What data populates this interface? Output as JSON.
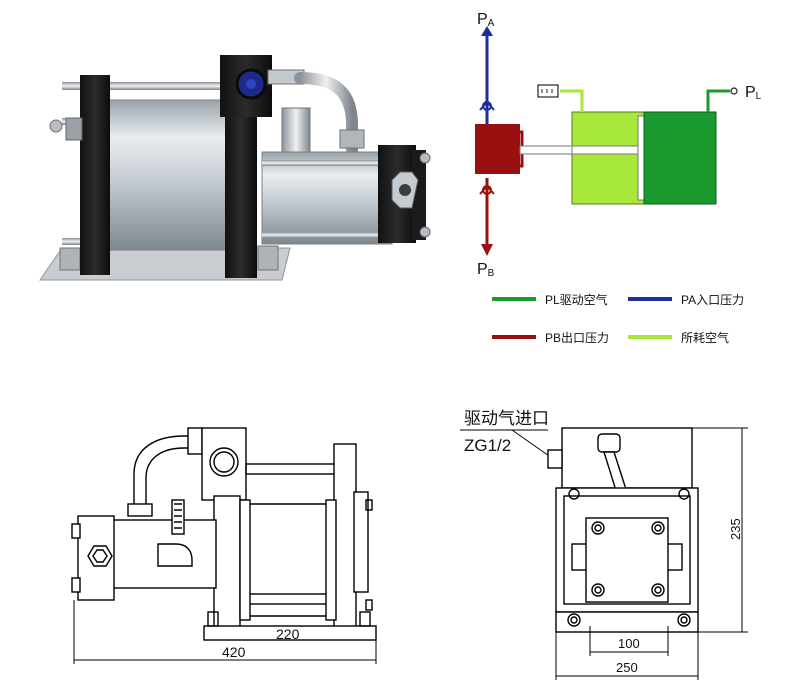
{
  "schematic": {
    "pa_label": "P",
    "pa_sub": "A",
    "pb_label": "P",
    "pb_sub": "B",
    "pl_label": "P",
    "pl_sub": "L"
  },
  "legend": {
    "items": [
      {
        "text": "PL驱动空气",
        "color": "#1a9a2e"
      },
      {
        "text": "PA入口压力",
        "color": "#1c2f9a"
      },
      {
        "text": "PB出口压力",
        "color": "#9a1010"
      },
      {
        "text": "所耗空气",
        "color": "#a8e83a"
      }
    ]
  },
  "side_drawing": {
    "dim_220": "220",
    "dim_420": "420"
  },
  "end_drawing": {
    "inlet_label": "驱动气进口",
    "inlet_thread": "ZG1/2",
    "dim_235": "235",
    "dim_100": "100",
    "dim_250": "250"
  },
  "colors": {
    "drive_air": "#1a9a2e",
    "inlet_pressure": "#1c2f9a",
    "outlet_pressure": "#9a1010",
    "consumed_air": "#a8e83a"
  }
}
